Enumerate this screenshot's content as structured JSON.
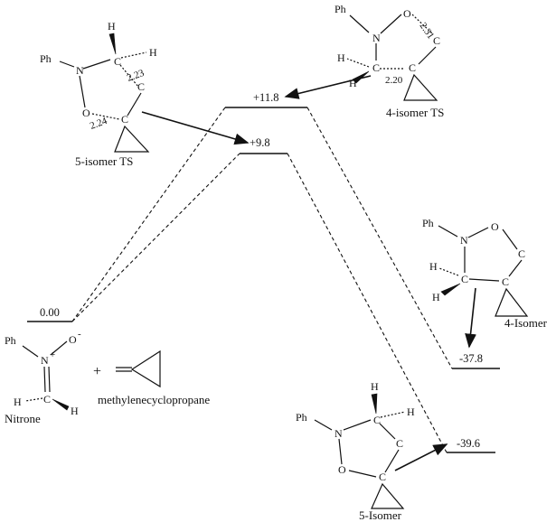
{
  "levels": {
    "start": "0.00",
    "ts4": "+11.8",
    "ts5": "+9.8",
    "p4": "-37.8",
    "p5": "-39.6"
  },
  "labels": {
    "ts5": "5-isomer TS",
    "ts4": "4-isomer TS",
    "p4": "4-Isomer",
    "p5": "5-Isomer",
    "nitrone": "Nitrone",
    "mcp": "methylenecyclopropane",
    "plus": "+"
  },
  "distances": {
    "ts5_top": "2.23",
    "ts5_bottom": "2.24",
    "ts4_top": "2.31",
    "ts4_bottom": "2.20"
  },
  "atoms": {
    "Ph": "Ph",
    "N": "N",
    "O": "O",
    "C": "C",
    "H": "H",
    "Nplus": "N",
    "plus_sup": "+",
    "Ominus": "O",
    "minus_sup": "-"
  }
}
